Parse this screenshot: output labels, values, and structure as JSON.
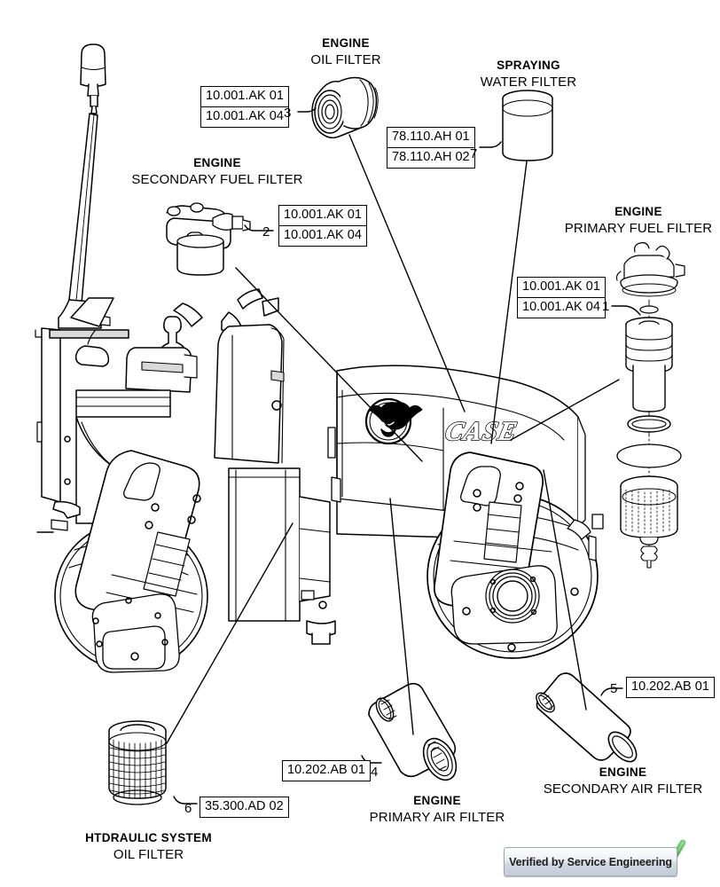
{
  "document": {
    "type": "parts-catalog-illustration",
    "machine": "road roller / compactor",
    "brand_logo_text": "CASE"
  },
  "groups": [
    {
      "id": "oil-filter",
      "line1": "ENGINE",
      "line2": "OIL FILTER",
      "index": "3",
      "part_numbers": [
        "10.001.AK 01",
        "10.001.AK 04"
      ]
    },
    {
      "id": "water-filter",
      "line1": "SPRAYING",
      "line2": "WATER FILTER",
      "index": "7",
      "part_numbers": [
        "78.110.AH 01",
        "78.110.AH 02"
      ]
    },
    {
      "id": "secondary-fuel-filter",
      "line1": "ENGINE",
      "line2": "SECONDARY FUEL FILTER",
      "index": "2",
      "part_numbers": [
        "10.001.AK 01",
        "10.001.AK 04"
      ]
    },
    {
      "id": "primary-fuel-filter",
      "line1": "ENGINE",
      "line2": "PRIMARY FUEL FILTER",
      "index": "1",
      "part_numbers": [
        "10.001.AK 01",
        "10.001.AK 04"
      ]
    },
    {
      "id": "secondary-air-filter",
      "line1": "ENGINE",
      "line2": "SECONDARY AIR FILTER",
      "index": "5",
      "part_numbers": [
        "10.202.AB 01"
      ]
    },
    {
      "id": "primary-air-filter",
      "line1": "ENGINE",
      "line2": "PRIMARY AIR FILTER",
      "index": "4",
      "part_numbers": [
        "10.202.AB 01"
      ]
    },
    {
      "id": "hydraulic-oil-filter",
      "line1": "HTDRAULIC SYSTEM",
      "line2": "OIL FILTER",
      "index": "6",
      "part_numbers": [
        "35.300.AD 02"
      ]
    }
  ],
  "badge": {
    "label": "Verified by Service Engineering",
    "check_color": "#3aa93a"
  },
  "colors": {
    "line": "#000000",
    "background": "#ffffff",
    "shade_light": "#f2f2f2",
    "shade_mid": "#d9d9d9"
  }
}
